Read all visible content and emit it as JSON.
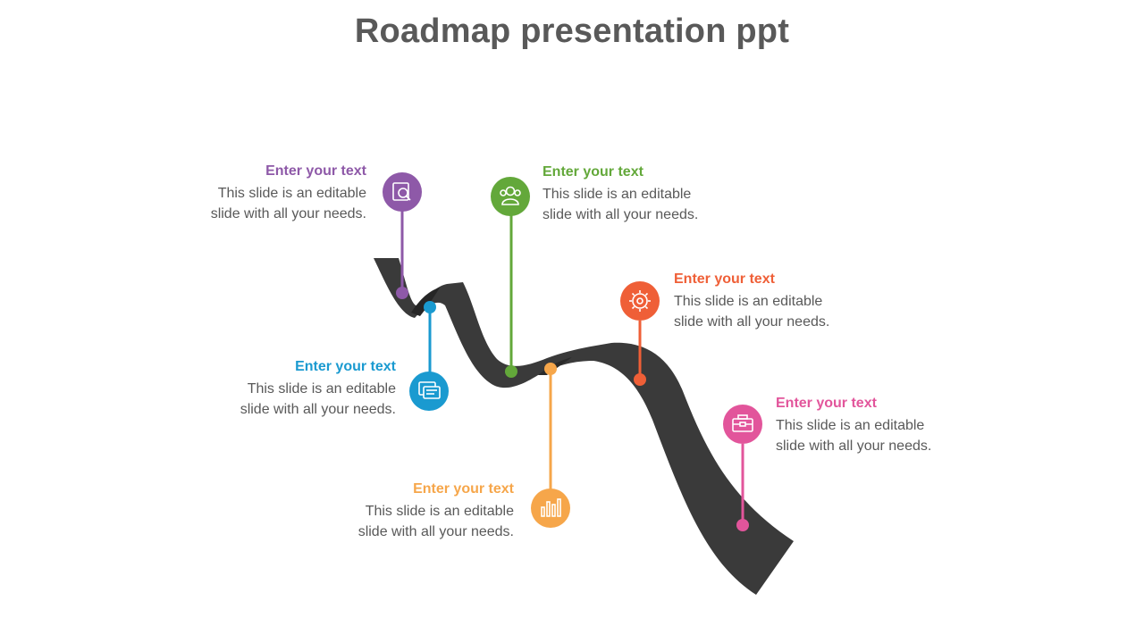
{
  "title": "Roadmap presentation ppt",
  "colors": {
    "road": "#3a3a3a",
    "purple": "#8e59a8",
    "blue": "#1a9ad0",
    "green": "#63a83a",
    "orange": "#f6a64a",
    "red": "#ef5f37",
    "pink": "#e2559b"
  },
  "milestones": [
    {
      "heading": "Enter your text",
      "body_line1": "This slide is an editable",
      "body_line2": "slide with all your needs.",
      "icon": "search-document-icon",
      "color": "purple"
    },
    {
      "heading": "Enter your text",
      "body_line1": "This slide is an editable",
      "body_line2": "slide with all your needs.",
      "icon": "chat-document-icon",
      "color": "blue"
    },
    {
      "heading": "Enter your text",
      "body_line1": "This slide is an editable",
      "body_line2": "slide with all your needs.",
      "icon": "team-icon",
      "color": "green"
    },
    {
      "heading": "Enter your text",
      "body_line1": "This slide is an editable",
      "body_line2": "slide with all your needs.",
      "icon": "bar-chart-icon",
      "color": "orange"
    },
    {
      "heading": "Enter your text",
      "body_line1": "This slide is an editable",
      "body_line2": "slide with all your needs.",
      "icon": "gear-icon",
      "color": "red"
    },
    {
      "heading": "Enter your text",
      "body_line1": "This slide is an editable",
      "body_line2": "slide with all your needs.",
      "icon": "briefcase-icon",
      "color": "pink"
    }
  ]
}
